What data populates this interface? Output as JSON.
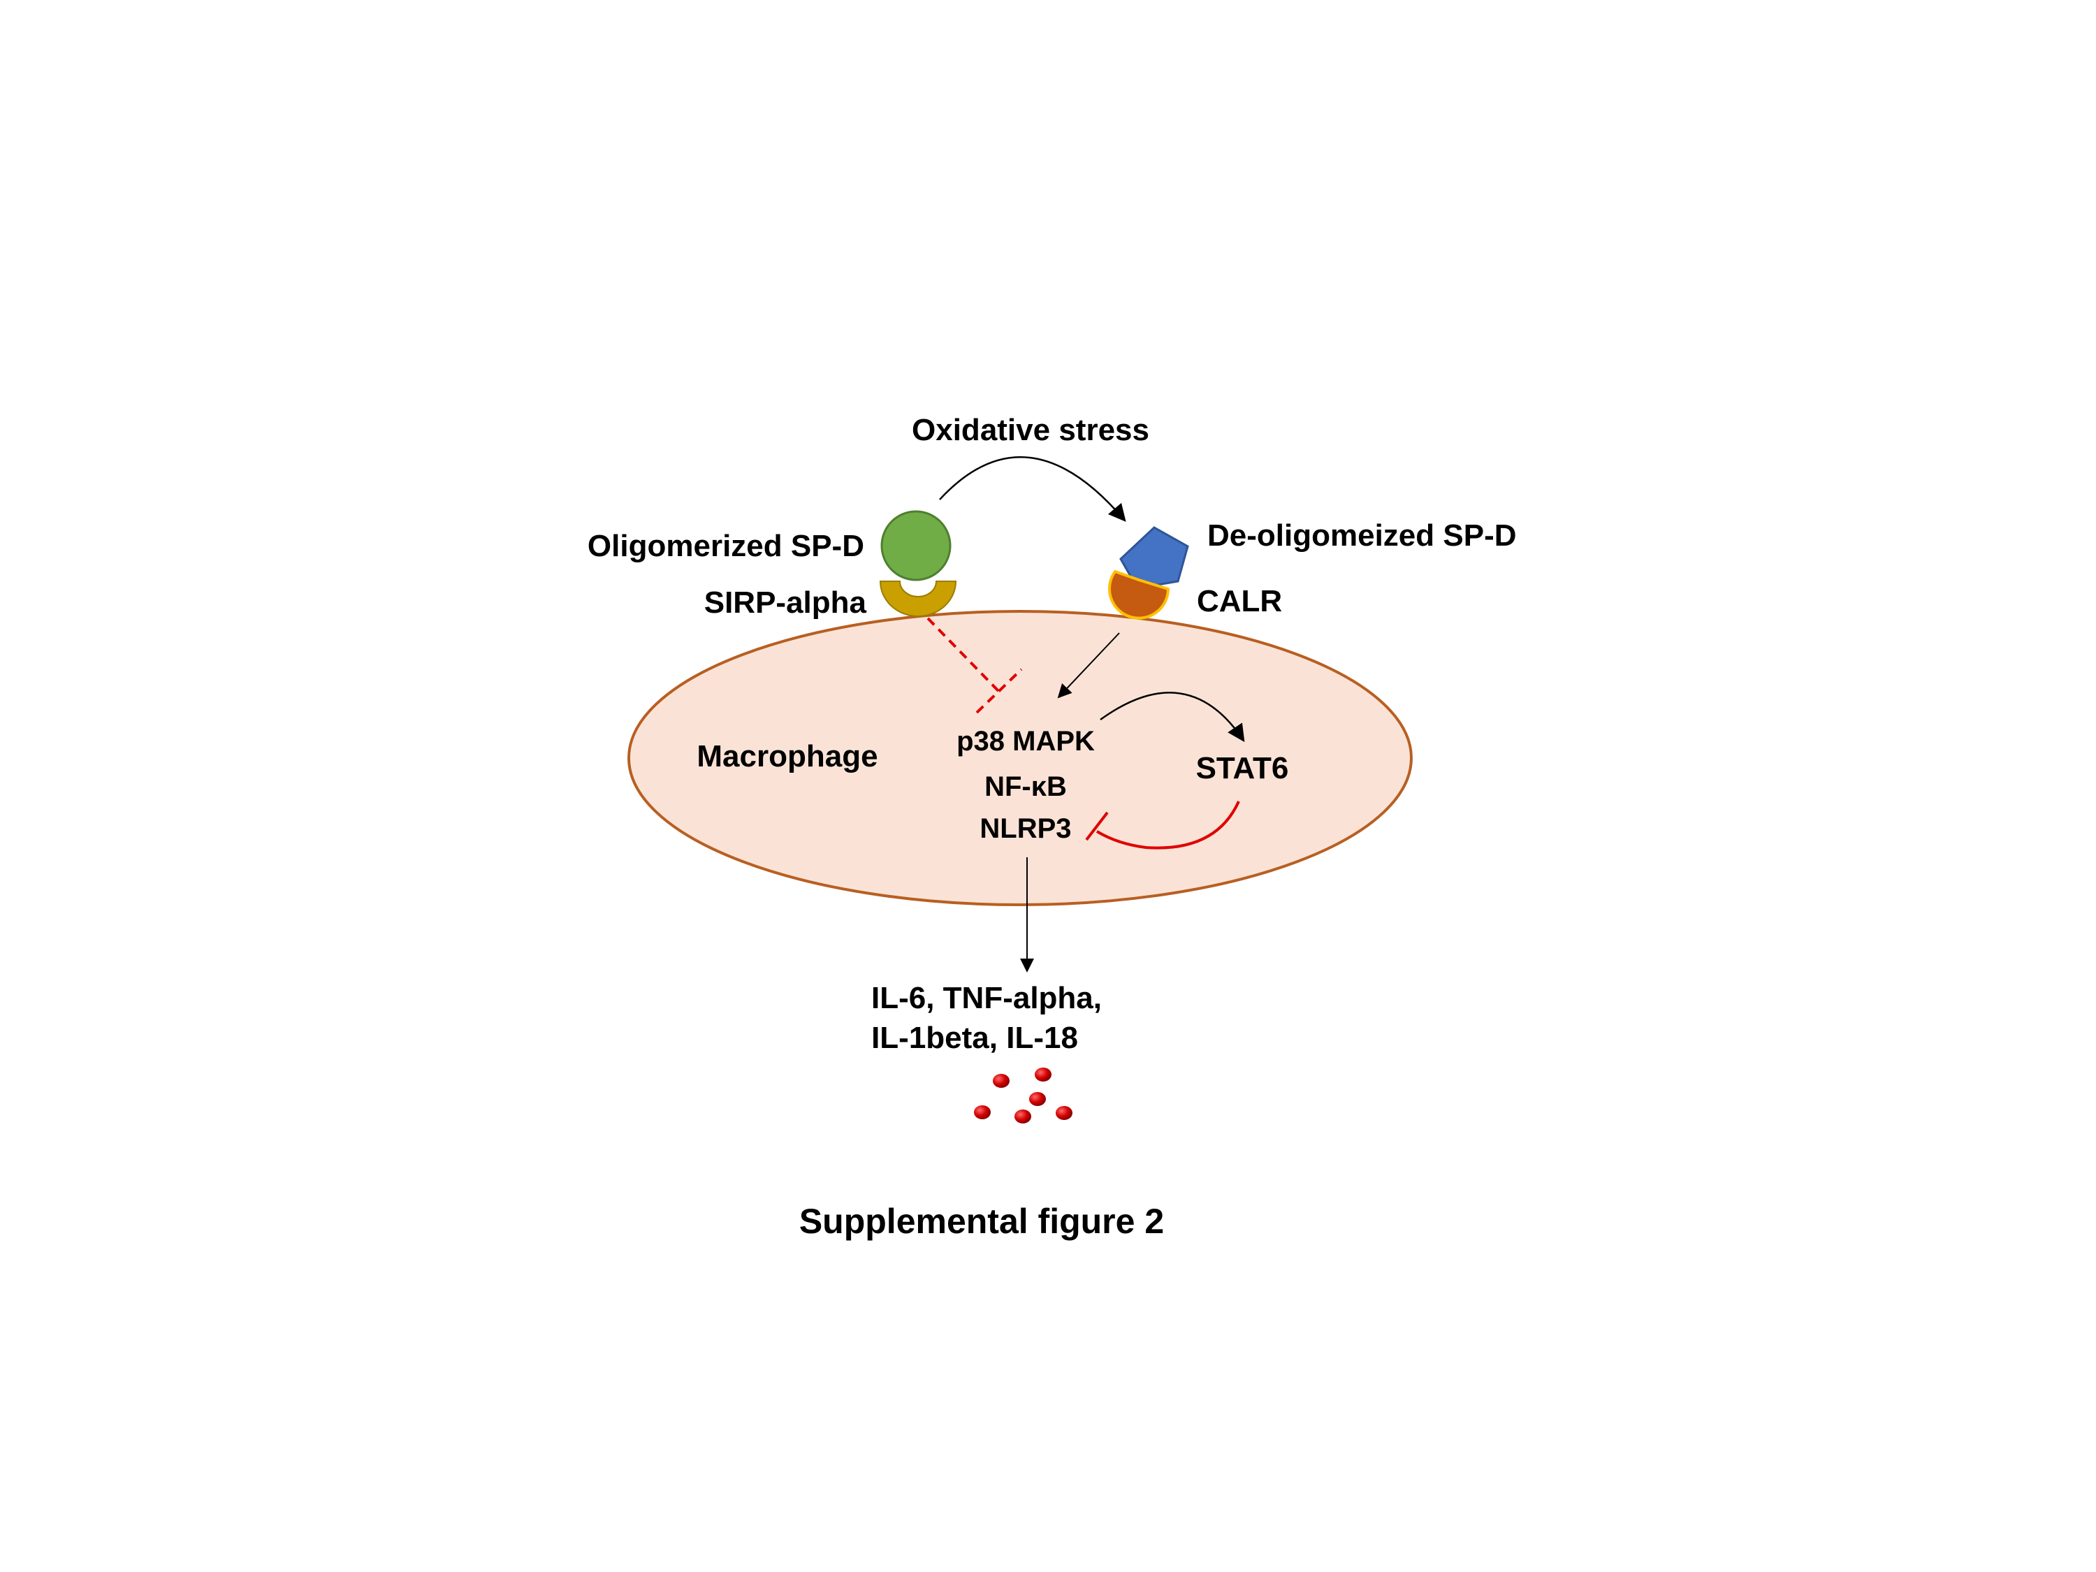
{
  "labels": {
    "oxidative_stress": "Oxidative stress",
    "oligomerized_spd": "Oligomerized SP-D",
    "deoligomerized_spd": "De-oligomeized SP-D",
    "sirp_alpha": "SIRP-alpha",
    "calr": "CALR",
    "macrophage": "Macrophage",
    "p38_mapk": "p38 MAPK",
    "nf_kb": "NF-κB",
    "nlrp3": "NLRP3",
    "stat6": "STAT6",
    "cytokines_line1": "IL-6, TNF-alpha,",
    "cytokines_line2": "IL-1beta, IL-18",
    "caption": "Supplemental figure 2"
  },
  "colors": {
    "cell_fill": "#fae3d6",
    "cell_stroke": "#b85f22",
    "oligomer_fill": "#70ad47",
    "oligomer_stroke": "#4f7f2f",
    "pentagon_fill": "#4472c4",
    "pentagon_stroke": "#2f5597",
    "sirp_fill": "#c9a000",
    "calr_fill": "#c55a11",
    "calr_stroke": "#ffc000",
    "inhibit": "#e00000",
    "arrow": "#000000",
    "cytokine": "#d40000"
  }
}
